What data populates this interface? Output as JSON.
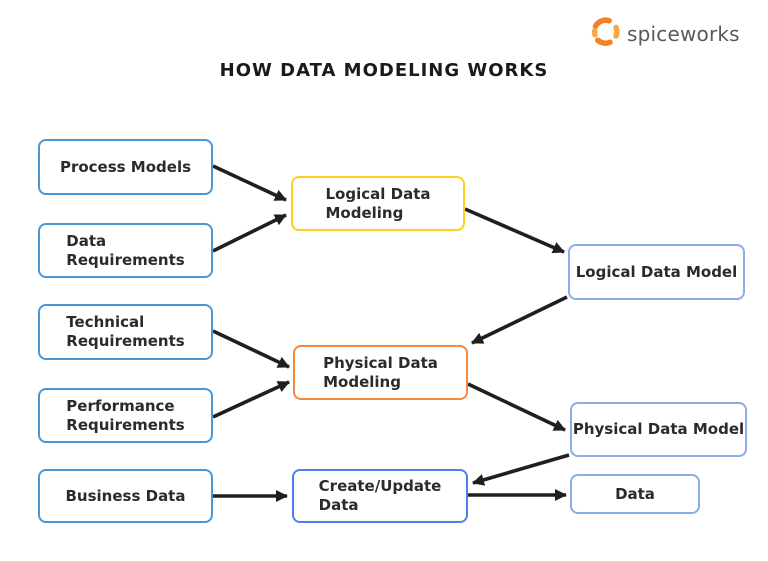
{
  "logo": {
    "text": "spiceworks",
    "icon": "spiceworks-pepper-swirl-icon",
    "icon_color_primary": "#F58025",
    "icon_color_secondary": "#FAA648",
    "text_color": "#58595B"
  },
  "header": {
    "title": "HOW DATA MODELING WORKS"
  },
  "diagram": {
    "arrow_color": "#1F1F1F",
    "text_color": "#2B2B2B",
    "nodes": {
      "process_models": {
        "label": "Process Models",
        "border_color": "#4A97D7"
      },
      "data_requirements": {
        "label": "Data\nRequirements",
        "border_color": "#4A97D7"
      },
      "technical_requirements": {
        "label": "Technical\nRequirements",
        "border_color": "#4A97D7"
      },
      "performance_requirements": {
        "label": "Performance\nRequirements",
        "border_color": "#4A97D7"
      },
      "business_data": {
        "label": "Business Data",
        "border_color": "#4A97D7"
      },
      "logical_data_modeling": {
        "label": "Logical Data\nModeling",
        "border_color": "#FFCE1F"
      },
      "physical_data_modeling": {
        "label": "Physical Data\nModeling",
        "border_color": "#F6883D"
      },
      "create_update_data": {
        "label": "Create/Update\nData",
        "border_color": "#4F7DF0"
      },
      "logical_data_model": {
        "label": "Logical Data Model",
        "border_color": "#8AACE8"
      },
      "physical_data_model": {
        "label": "Physical Data Model",
        "border_color": "#8AACE8"
      },
      "data": {
        "label": "Data",
        "border_color": "#8AACE8"
      }
    },
    "edges": [
      {
        "from": "process_models",
        "to": "logical_data_modeling"
      },
      {
        "from": "data_requirements",
        "to": "logical_data_modeling"
      },
      {
        "from": "logical_data_modeling",
        "to": "logical_data_model"
      },
      {
        "from": "logical_data_model",
        "to": "physical_data_modeling"
      },
      {
        "from": "technical_requirements",
        "to": "physical_data_modeling"
      },
      {
        "from": "performance_requirements",
        "to": "physical_data_modeling"
      },
      {
        "from": "physical_data_modeling",
        "to": "physical_data_model"
      },
      {
        "from": "physical_data_model",
        "to": "create_update_data"
      },
      {
        "from": "business_data",
        "to": "create_update_data"
      },
      {
        "from": "create_update_data",
        "to": "data"
      }
    ]
  }
}
